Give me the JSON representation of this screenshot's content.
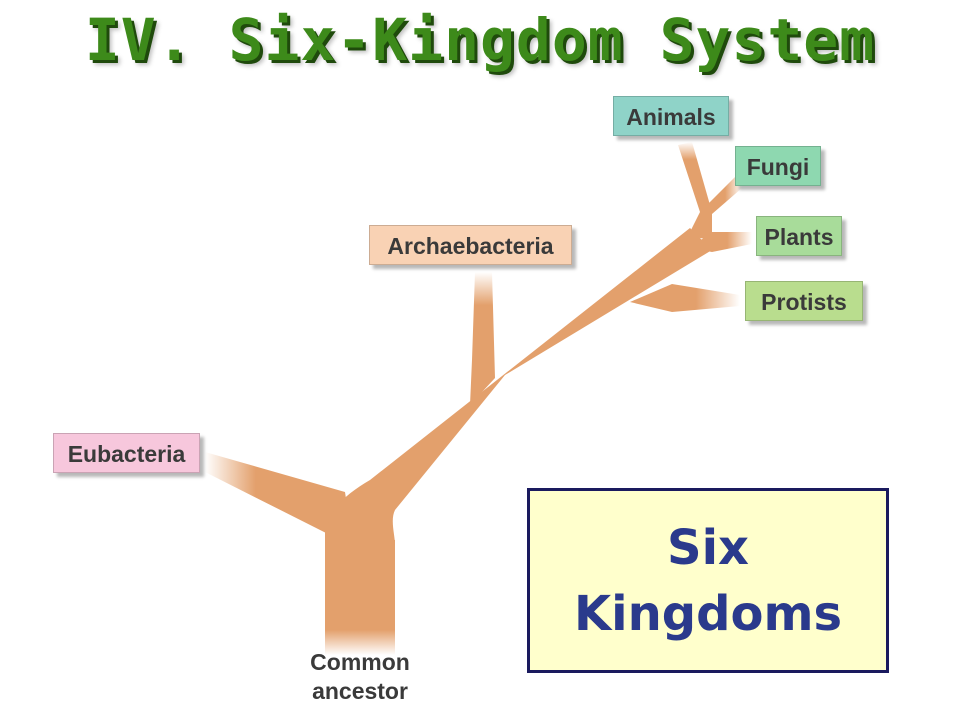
{
  "title": "IV. Six-Kingdom System",
  "tree": {
    "root_label": [
      "Common",
      "ancestor"
    ],
    "kingdoms": [
      {
        "name": "Eubacteria",
        "color": "#f7c7dc"
      },
      {
        "name": "Archaebacteria",
        "color": "#f9d2b4"
      },
      {
        "name": "Animals",
        "color": "#8fd3c8"
      },
      {
        "name": "Fungi",
        "color": "#8ed8b0"
      },
      {
        "name": "Plants",
        "color": "#a8dc9a"
      },
      {
        "name": "Protists",
        "color": "#b9dd8e"
      }
    ],
    "branch_color": "#e3a06c"
  },
  "callout": {
    "line1": "Six",
    "line2": "Kingdoms"
  }
}
